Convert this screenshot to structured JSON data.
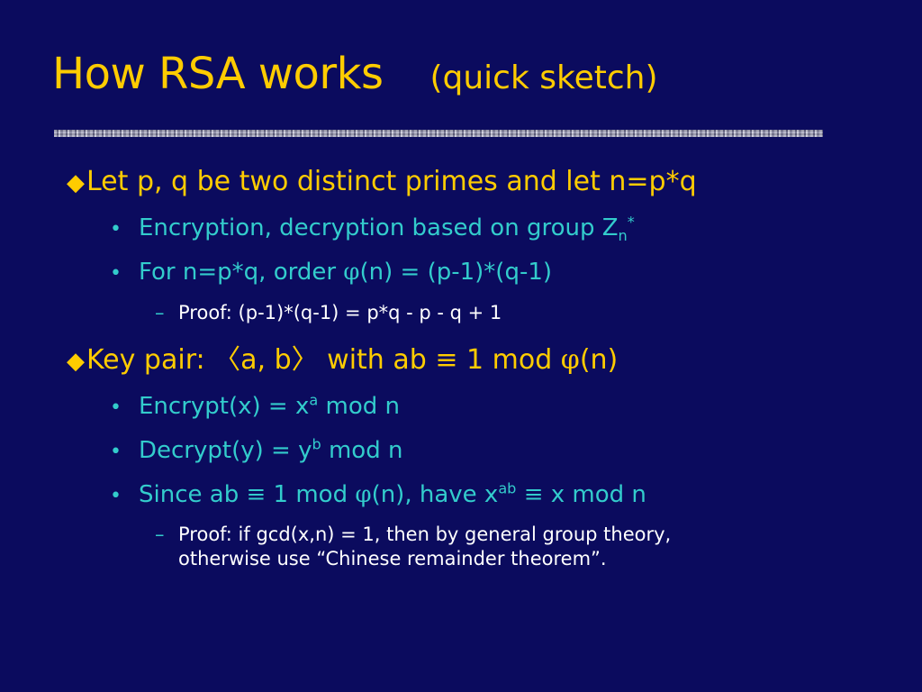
{
  "slide": {
    "title": "How RSA works",
    "subtitle": "(quick sketch)",
    "bullet1": {
      "marker": "◆",
      "text": "Let p, q be two distinct primes and let n=p*q",
      "sub1": {
        "marker": "•",
        "text_before": "Encryption, decryption based on group Z",
        "subscript": "n",
        "superscript": "*"
      },
      "sub2": {
        "marker": "•",
        "text_before": "For n=p*q, order ",
        "phi": "φ",
        "text_after": "(n) = (p-1)*(q-1)"
      },
      "sub2_proof": {
        "marker": "–",
        "text": "Proof: (p-1)*(q-1) = p*q - p - q + 1"
      }
    },
    "bullet2": {
      "marker": "◆",
      "text_a": "Key pair: ",
      "langle": "〈",
      "text_b": "a, b",
      "rangle": "〉",
      "text_c": " with ab ",
      "equiv": "≡",
      "text_d": " 1 mod ",
      "phi": "φ",
      "text_e": "(n)",
      "sub1": {
        "marker": "•",
        "text_before": "Encrypt(x) = x",
        "superscript": "a",
        "text_after": " mod n"
      },
      "sub2": {
        "marker": "•",
        "text_before": "Decrypt(y) = y",
        "superscript": "b",
        "text_after": " mod n"
      },
      "sub3": {
        "marker": "•",
        "text_a": "Since ab ",
        "equiv": "≡",
        "text_b": " 1 mod ",
        "phi": "φ",
        "text_c": "(n), have x",
        "superscript": "ab",
        "text_d": " ",
        "equiv2": "≡",
        "text_e": " x mod n"
      },
      "sub3_proof": {
        "marker": "–",
        "line1": "Proof: if gcd(x,n) = 1, then by general group theory,",
        "line2": "otherwise use “Chinese remainder theorem”."
      }
    }
  }
}
